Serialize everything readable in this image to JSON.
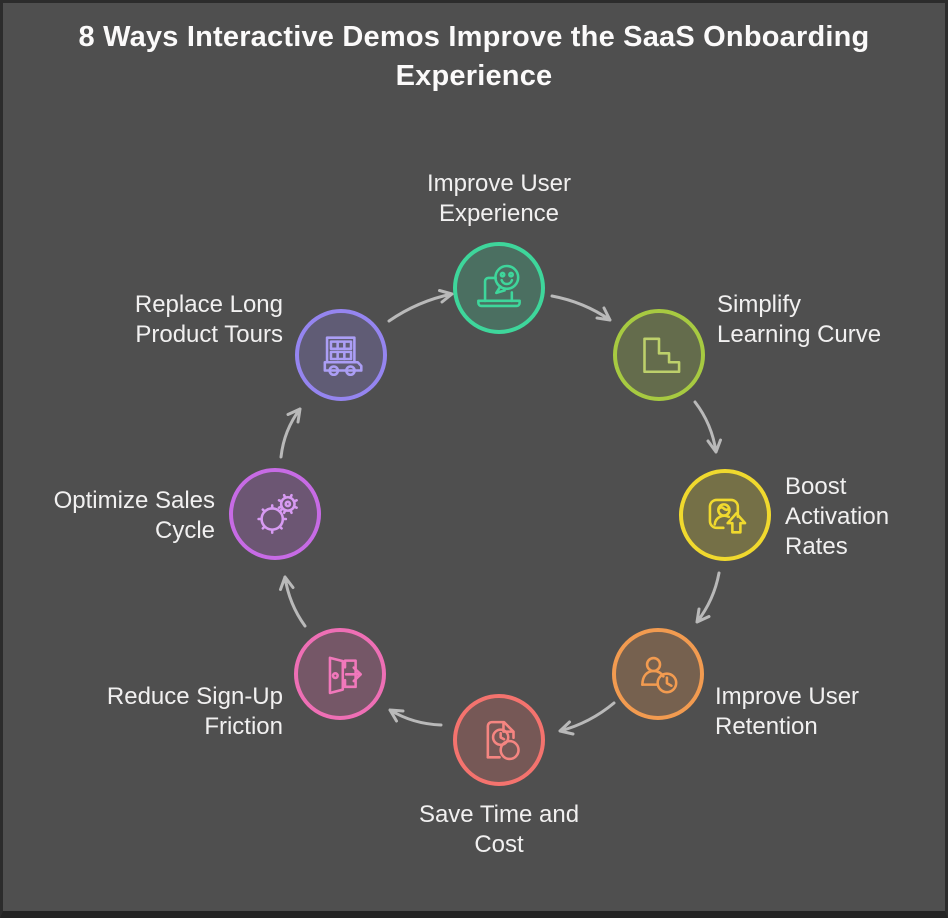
{
  "page": {
    "background_color": "#4f4f4f",
    "frame_color": "#2c2c2c",
    "arrow_color": "#b9b9b9",
    "text_color": "#f1f0f0",
    "flow": "clockwise-cycle"
  },
  "title": {
    "lines": [
      "8 Ways Interactive Demos Improve the SaaS Onboarding",
      "Experience"
    ]
  },
  "items": [
    {
      "id": "improve-user-experience",
      "lines": [
        "Improve User",
        "Experience"
      ],
      "color": "#3ed69b",
      "icon": "laptop-chat-smiley-icon",
      "position": "top"
    },
    {
      "id": "simplify-learning-curve",
      "lines": [
        "Simplify",
        "Learning Curve"
      ],
      "color": "#a7ca41",
      "icon": "stairs-icon",
      "position": "top-right"
    },
    {
      "id": "boost-activation-rates",
      "lines": [
        "Boost",
        "Activation",
        "Rates"
      ],
      "color": "#f0d92e",
      "icon": "user-card-up-arrow-icon",
      "position": "right"
    },
    {
      "id": "improve-user-retention",
      "lines": [
        "Improve User",
        "Retention"
      ],
      "color": "#f29b50",
      "icon": "user-clock-icon",
      "position": "bottom-right"
    },
    {
      "id": "save-time-and-cost",
      "lines": [
        "Save Time and",
        "Cost"
      ],
      "color": "#f4736e",
      "icon": "document-time-money-icon",
      "position": "bottom"
    },
    {
      "id": "reduce-sign-up-friction",
      "lines": [
        "Reduce Sign-Up",
        "Friction"
      ],
      "color": "#ee6fb5",
      "icon": "door-entry-arrow-icon",
      "position": "bottom-left"
    },
    {
      "id": "optimize-sales-cycle",
      "lines": [
        "Optimize Sales",
        "Cycle"
      ],
      "color": "#c76be5",
      "icon": "gears-dollar-icon",
      "position": "left"
    },
    {
      "id": "replace-long-product-tours",
      "lines": [
        "Replace Long",
        "Product Tours"
      ],
      "color": "#9585f0",
      "icon": "tour-bus-icon",
      "position": "top-left"
    }
  ]
}
